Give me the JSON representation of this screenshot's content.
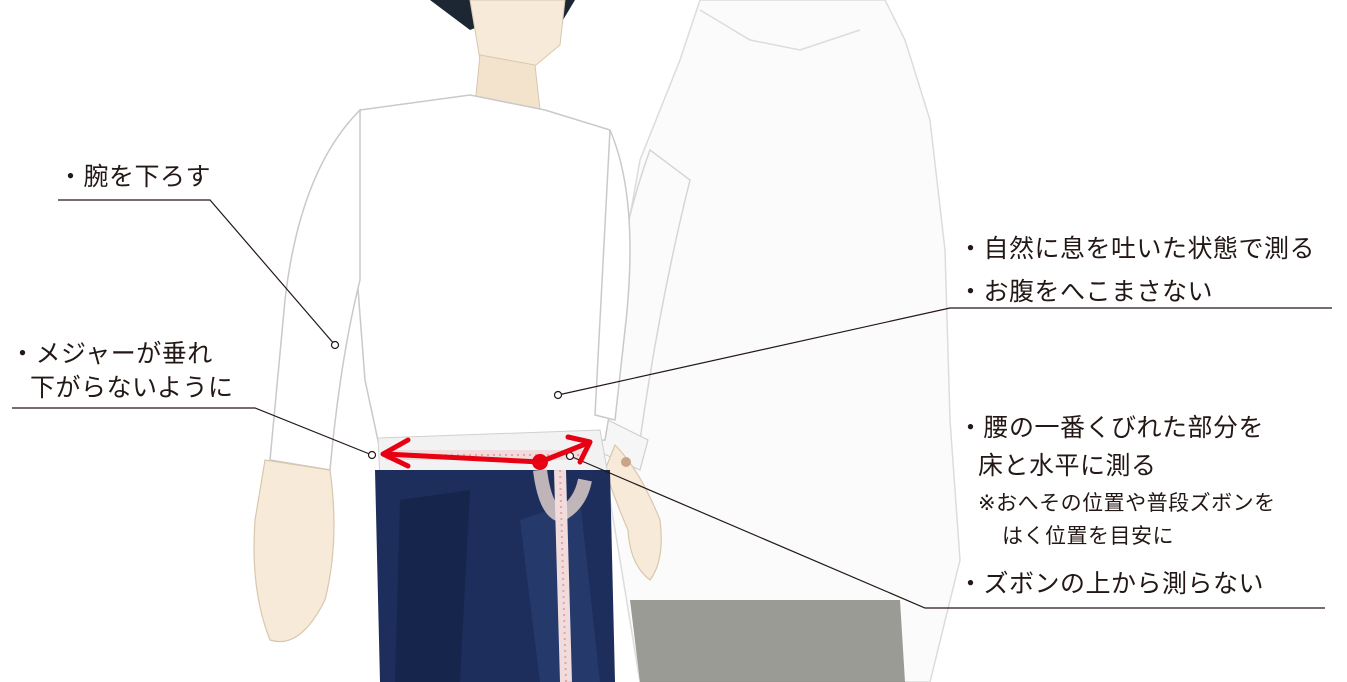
{
  "colors": {
    "text": "#231815",
    "leader_line": "#231815",
    "tape_arrow": "#e60012",
    "shirt_outline": "#c9c9c9",
    "pants": "#1d2e5c",
    "skin": "#f7ead8",
    "helper_pants": "#8a8a82"
  },
  "labels": {
    "arms": "・腕を下ろす",
    "tape_line1": "・メジャーが垂れ",
    "tape_line2": "下がらないように",
    "breath1": "・自然に息を吐いた状態で測る",
    "breath2": "・お腹をへこまさない",
    "waist1": "・腰の一番くびれた部分を",
    "waist2": "床と水平に測る",
    "note1": "※おへその位置や普段ズボンを",
    "note2": "はく位置を目安に",
    "pants": "・ズボンの上から測らない"
  },
  "icons": {
    "tape_arrow": "double-headed-arrow",
    "anchor_point": "hollow-circle"
  }
}
